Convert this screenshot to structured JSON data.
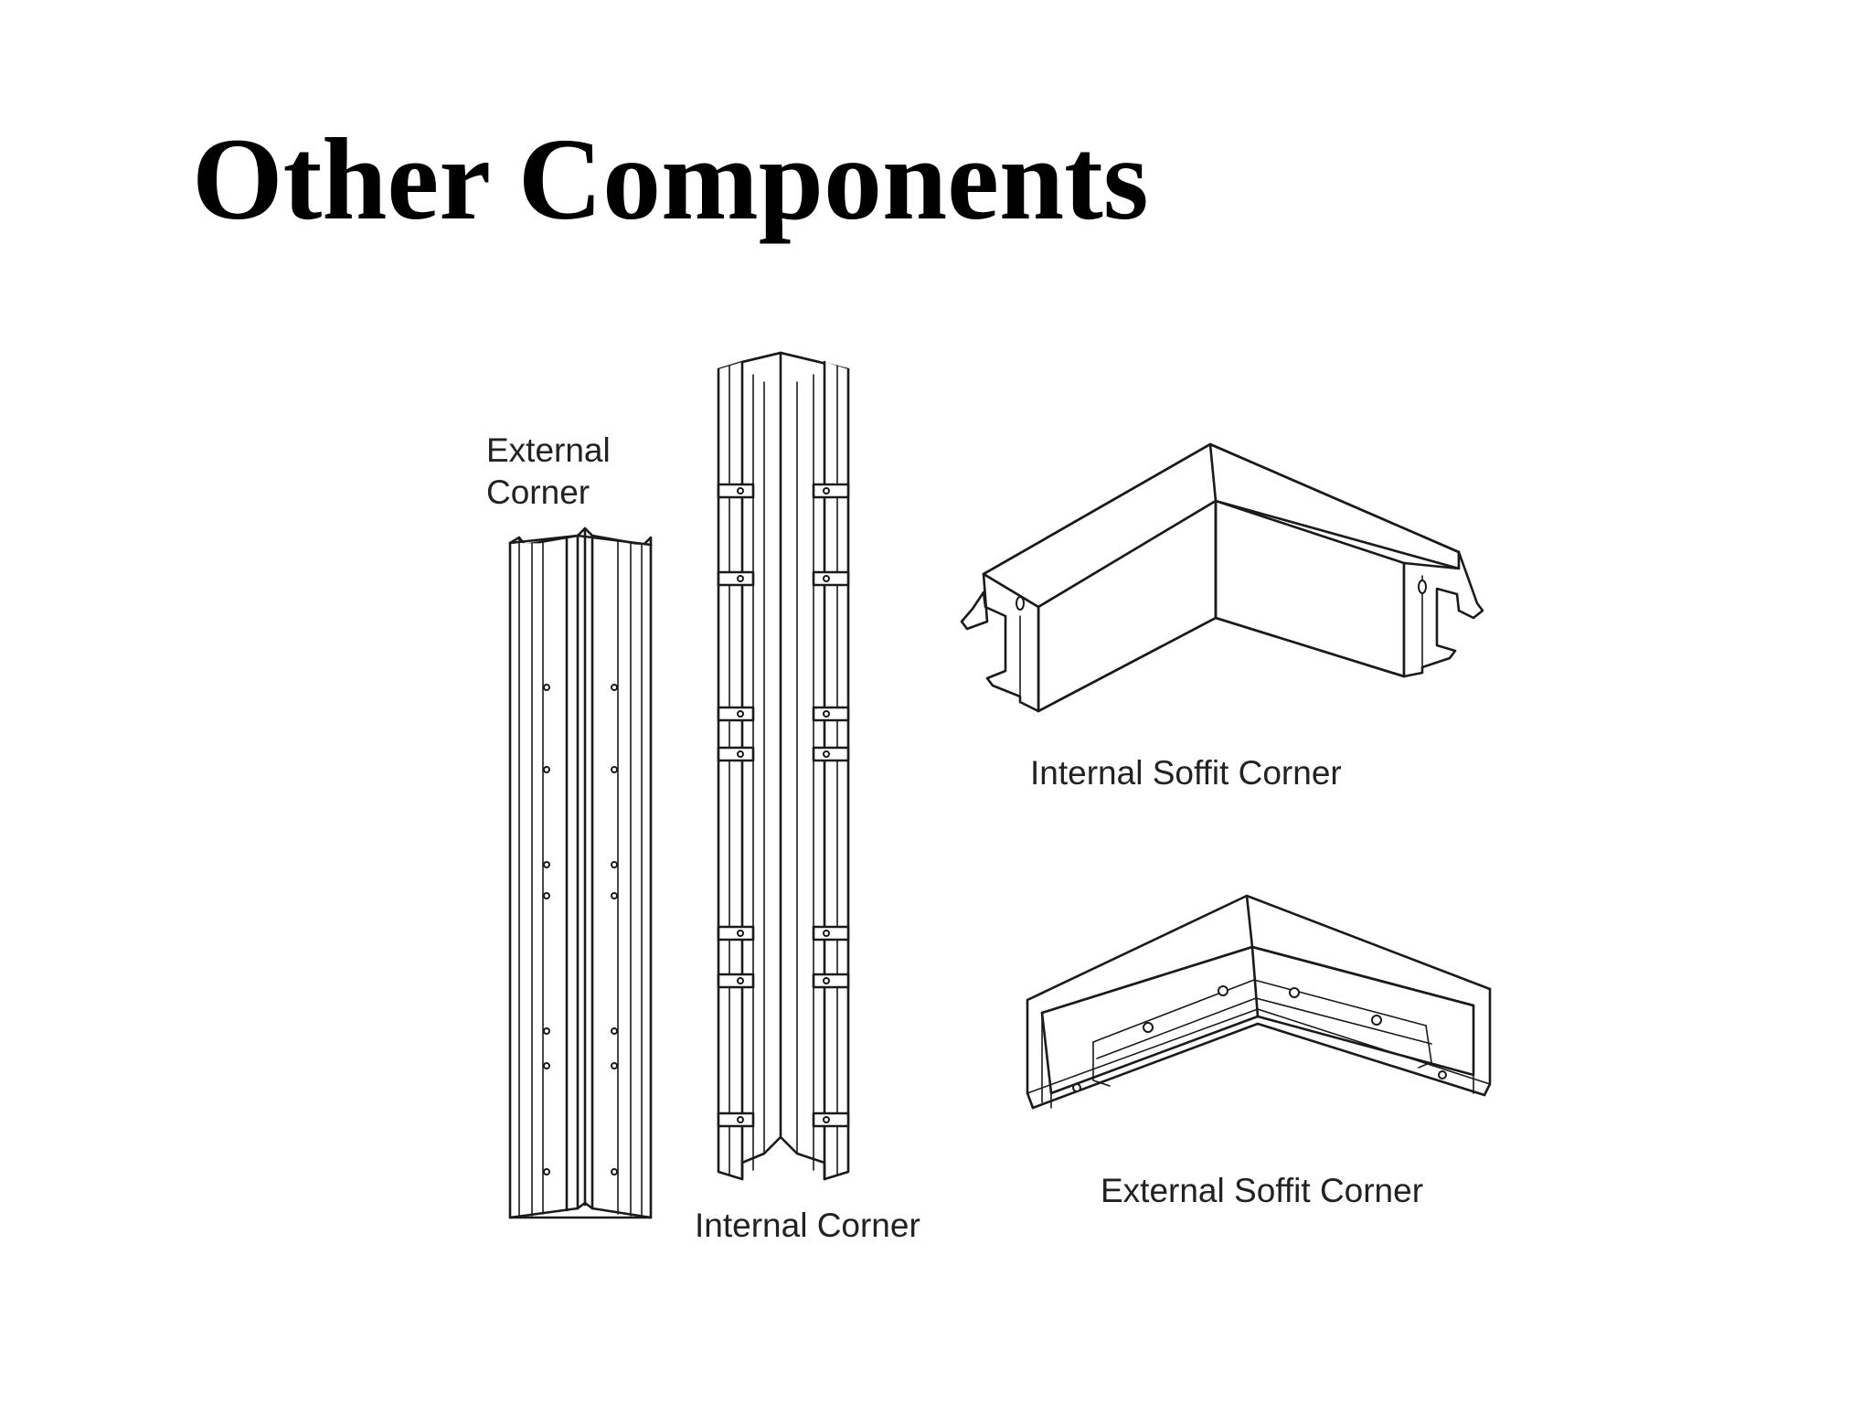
{
  "slide": {
    "title": "Other Components"
  },
  "components": {
    "external_corner": "External\nCorner",
    "internal_corner": "Internal Corner",
    "internal_soffit_corner": "Internal Soffit Corner",
    "external_soffit_corner": "External Soffit Corner"
  },
  "colors": {
    "background": "#ffffff",
    "ink": "#1a1a1a"
  }
}
